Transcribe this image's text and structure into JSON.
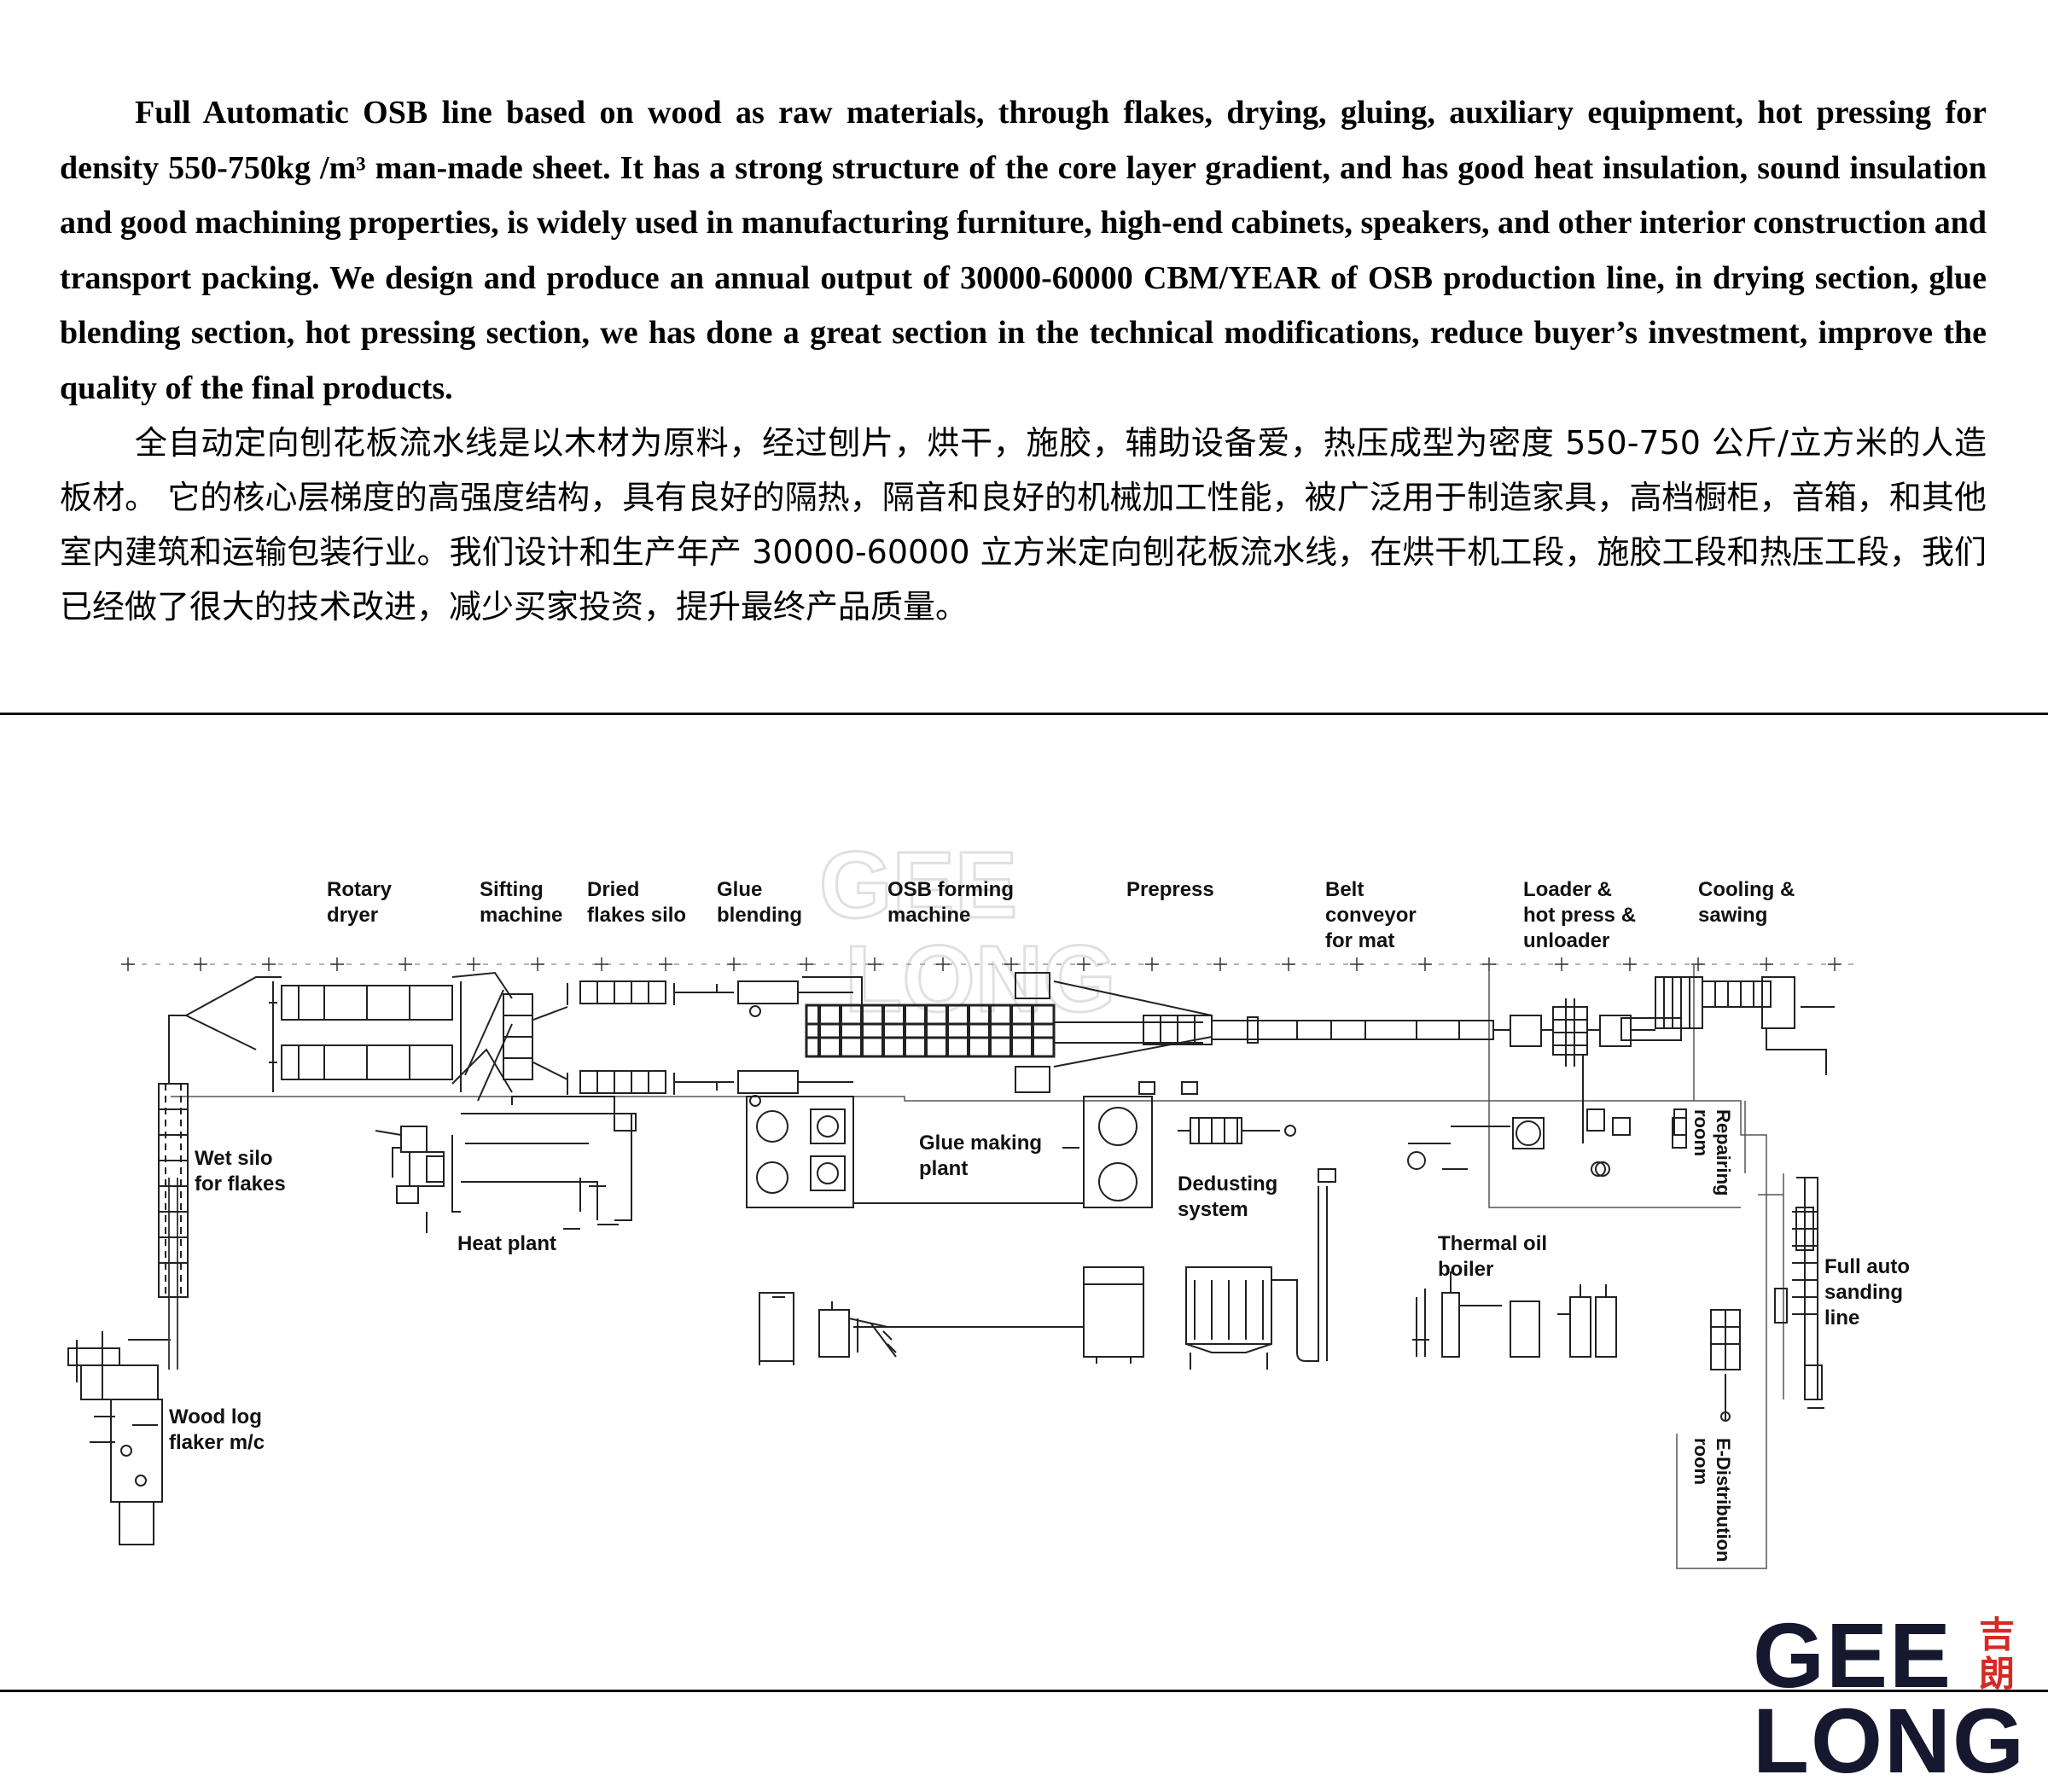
{
  "intro": {
    "english": "Full Automatic OSB line based on wood as raw materials, through flakes, drying, gluing, auxiliary equipment, hot pressing for density 550-750kg /m³  man-made sheet. It has a strong structure of the core layer gradient, and has good heat insulation, sound insulation and good machining properties, is widely used in manufacturing furniture, high-end cabinets, speakers, and other interior construction and transport packing. We design and produce an annual output of 30000-60000 CBM/YEAR of OSB production line, in drying section, glue blending section, hot pressing section, we has done a great section in the technical modifications, reduce buyer’s investment, improve the quality of the final products.",
    "chinese": "全自动定向刨花板流水线是以木材为原料，经过刨片，烘干，施胶，辅助设备爱，热压成型为密度 550-750 公斤/立方米的人造板材。 它的核心层梯度的高强度结构，具有良好的隔热，隔音和良好的机械加工性能，被广泛用于制造家具，高档橱柜，音箱，和其他室内建筑和运输包装行业。我们设计和生产年产 30000-60000 立方米定向刨花板流水线，在烘干机工段，施胶工段和热压工段，我们已经做了很大的技术改进，减少买家投资，提升最终产品质量。"
  },
  "labels": {
    "rotary_dryer": "Rotary\ndryer",
    "sifting_machine": "Sifting\nmachine",
    "dried_flakes_silo": "Dried\nflakes silo",
    "glue_blending": "Glue\nblending",
    "osb_forming": "OSB forming\nmachine",
    "prepress": "Prepress",
    "belt_conveyor": "Belt\nconveyor\nfor mat",
    "loader_press": "Loader &\nhot press &\nunloader",
    "cooling_sawing": "Cooling &\nsawing",
    "wet_silo": "Wet silo\nfor flakes",
    "heat_plant": "Heat plant",
    "glue_making": "Glue making\nplant",
    "dedusting": "Dedusting\nsystem",
    "thermal_oil": "Thermal oil\nboiler",
    "repairing_room": "Repairing\nroom",
    "full_auto_sanding": "Full auto\nsanding\nline",
    "wood_log_flaker": "Wood log\nflaker m/c",
    "e_distribution": "E-Distribution\nroom"
  },
  "logo": {
    "line1": "GEE",
    "line2": "LONG",
    "cn1": "吉",
    "cn2": "朗",
    "brand_color": "#16182f",
    "accent_color": "#d42a23"
  }
}
